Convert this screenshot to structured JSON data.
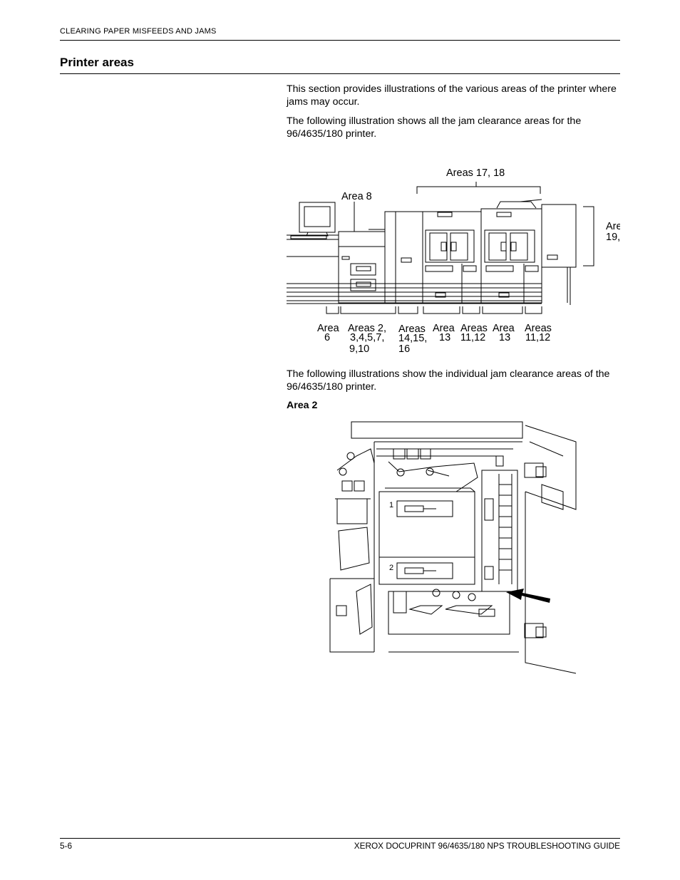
{
  "header": {
    "running_head": "CLEARING PAPER MISFEEDS AND JAMS",
    "section_title": "Printer areas"
  },
  "body": {
    "intro": "This section provides illustrations of the various areas of the printer where jams may occur.",
    "overview_text": "The following illustration shows all the jam clearance areas for the 96/4635/180 printer.",
    "individual_text": "The following illustrations show the individual jam clearance areas of the 96/4635/180 printer.",
    "area2_heading": "Area 2"
  },
  "overview_figure": {
    "top_labels": {
      "areas_17_18": "Areas 17, 18",
      "area_8": "Area 8",
      "area_19_line1": "Are",
      "area_19_line2": "19,"
    },
    "bottom_labels": {
      "area6": [
        "Area",
        "6"
      ],
      "areas2": [
        "Areas 2,",
        "3,4,5,7,",
        "9,10"
      ],
      "areas14": [
        "Areas",
        "14,15,",
        "16"
      ],
      "area13a": [
        "Area",
        "13"
      ],
      "areas11a": [
        "Areas",
        "11,12"
      ],
      "area13b": [
        "Area",
        "13"
      ],
      "areas11b": [
        "Areas",
        "11,12"
      ]
    }
  },
  "area2_figure": {
    "tray_numbers": [
      "1",
      "2"
    ]
  },
  "footer": {
    "page_number": "5-6",
    "guide_title": "XEROX DOCUPRINT 96/4635/180 NPS TROUBLESHOOTING GUIDE"
  }
}
